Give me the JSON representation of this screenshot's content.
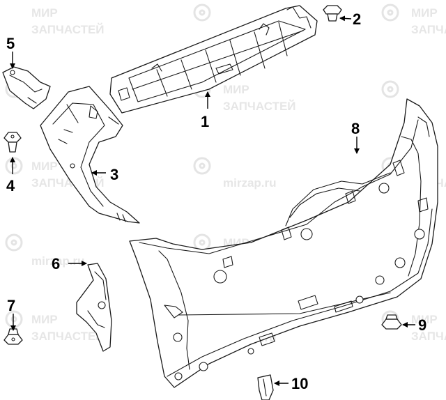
{
  "diagram": {
    "watermark": {
      "line1": "МИР",
      "line2": "ЗАПЧАСТЕЙ",
      "site": "mirzap.ru"
    },
    "callouts": [
      "1",
      "2",
      "3",
      "4",
      "5",
      "6",
      "7",
      "8",
      "9",
      "10"
    ]
  }
}
